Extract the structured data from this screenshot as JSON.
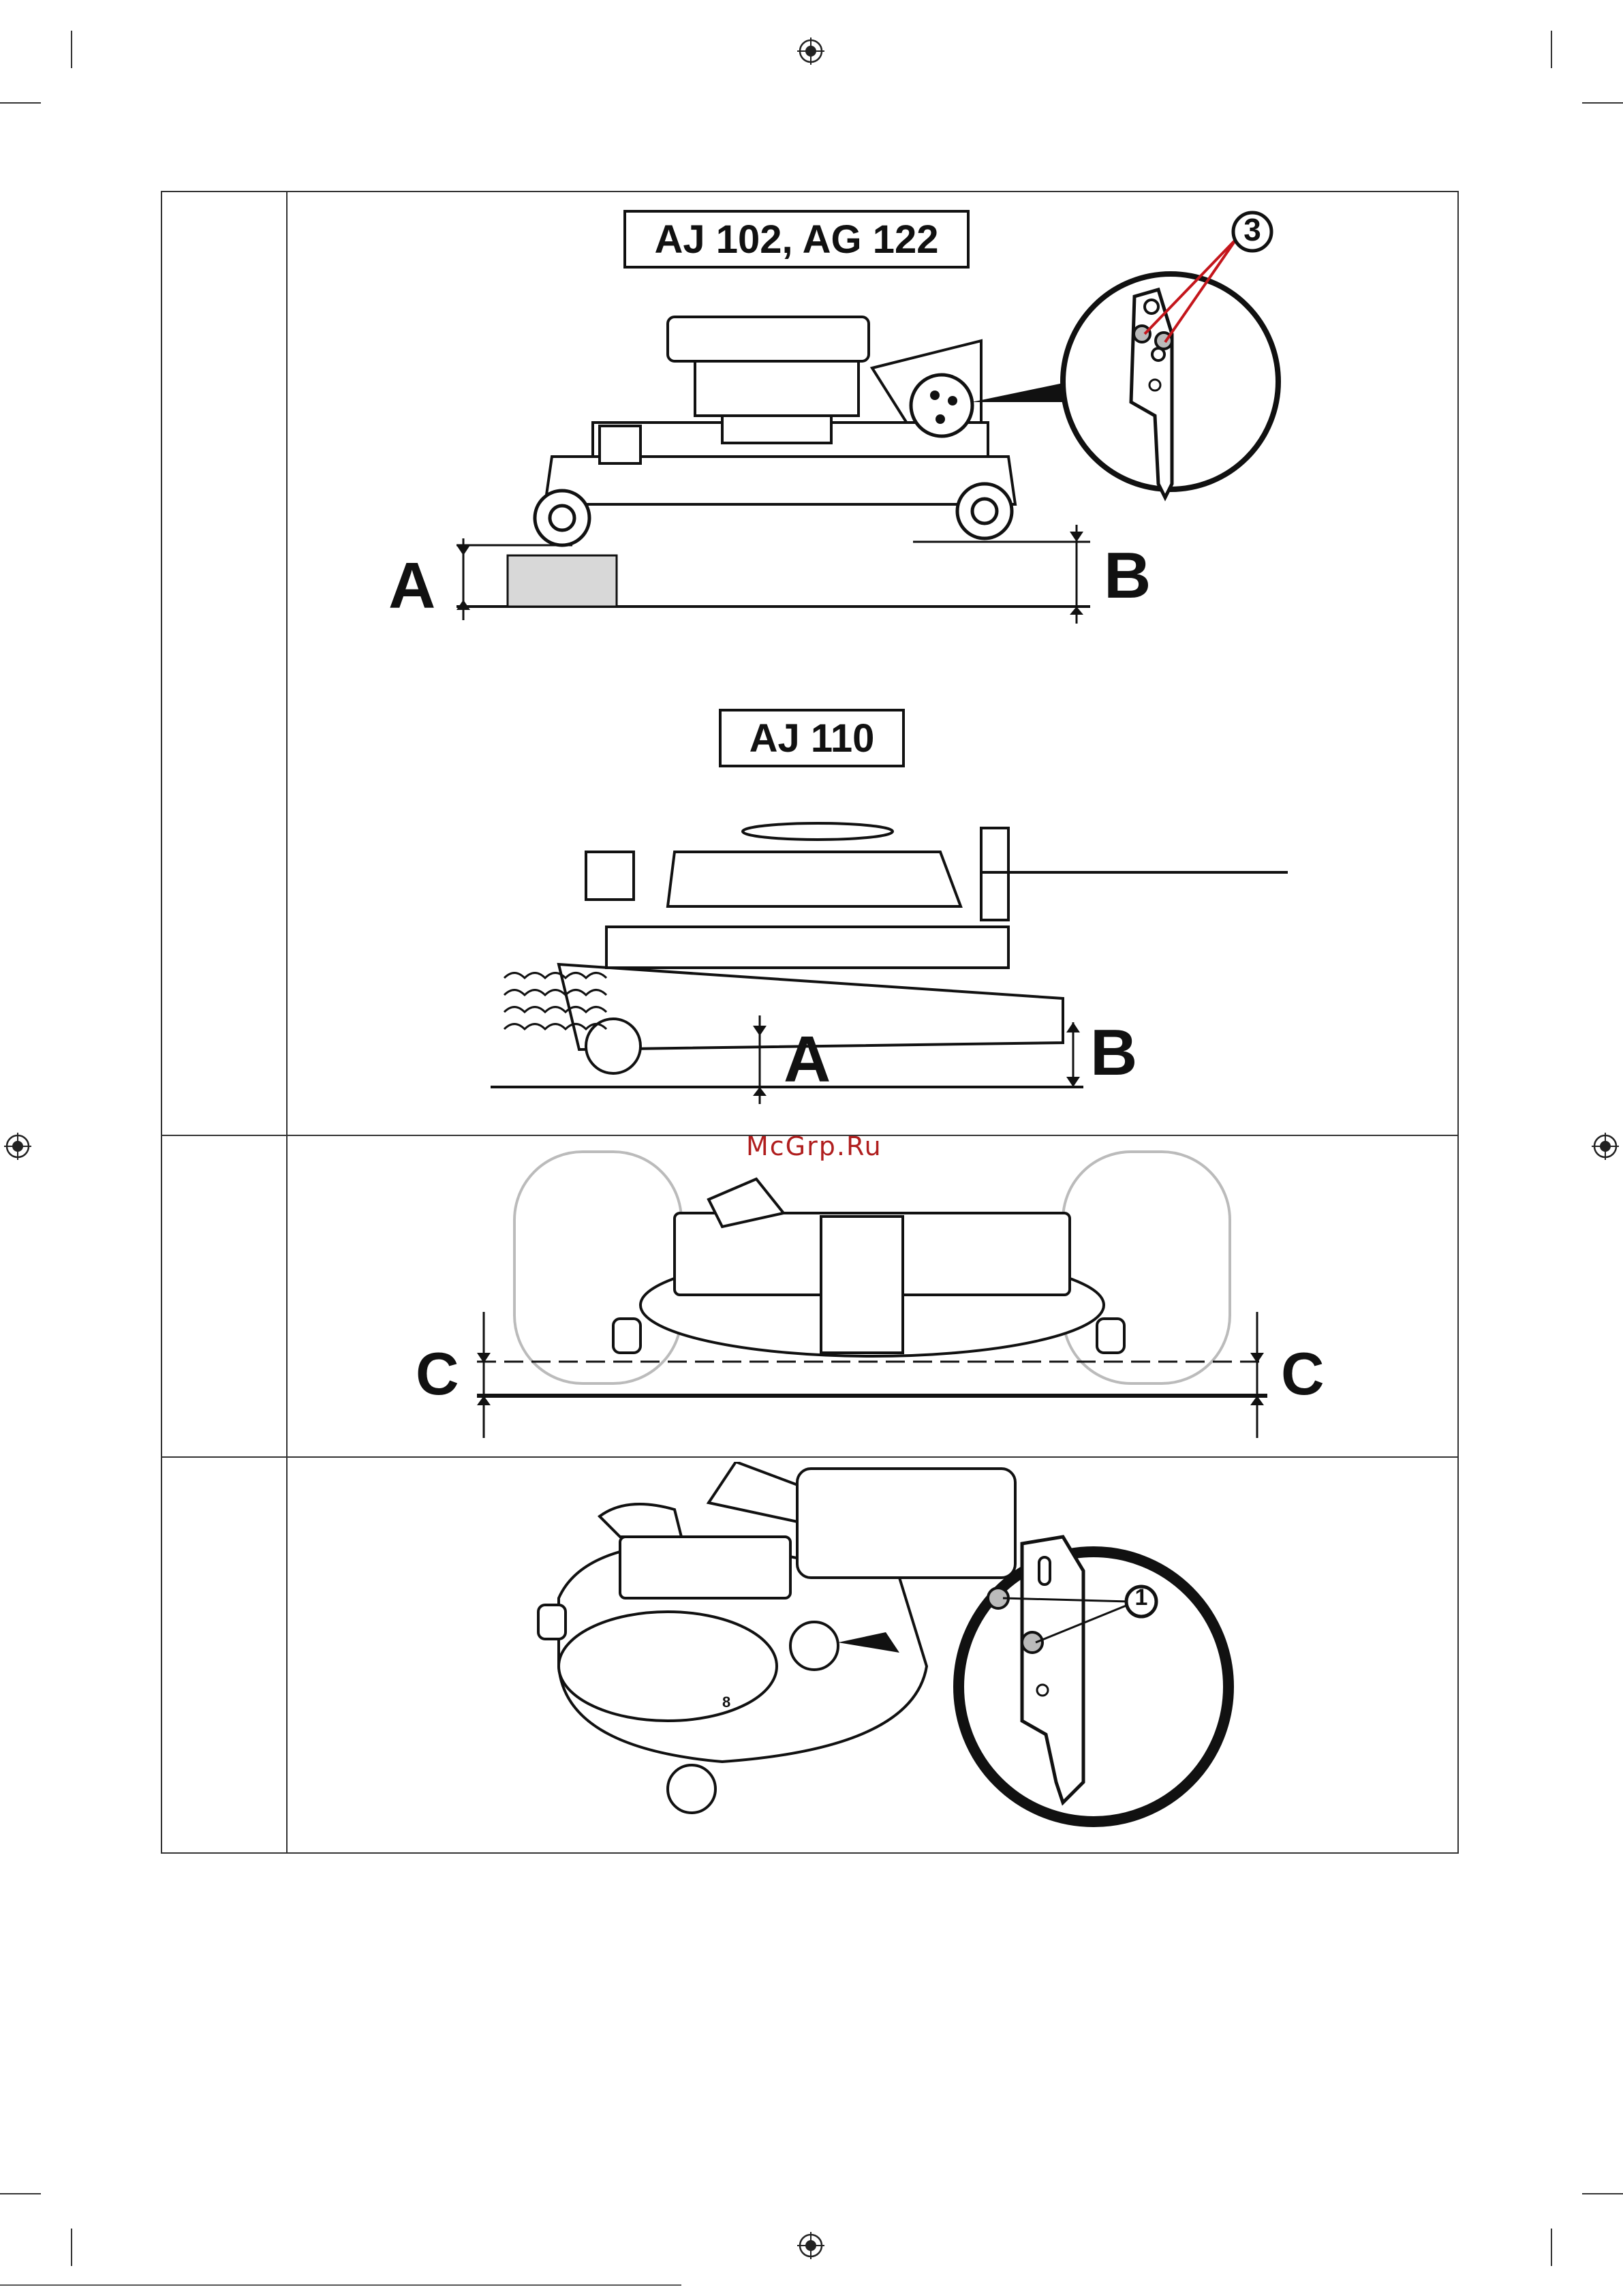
{
  "panel1": {
    "label_top": "AJ 102, AG 122",
    "label_bottom": "AJ 110",
    "callout_number": "3",
    "letter_a_top": "A",
    "letter_b_top": "B",
    "letter_a_bottom": "A",
    "letter_b_bottom": "B"
  },
  "panel2": {
    "letter_c_left": "C",
    "letter_c_right": "C"
  },
  "panel3": {
    "callout_number": "1",
    "deck_mark": "8"
  },
  "watermark": "McGrp.Ru",
  "colors": {
    "ink": "#111111",
    "watermark": "#b01e1e",
    "light_fill": "#d8d8d8"
  }
}
